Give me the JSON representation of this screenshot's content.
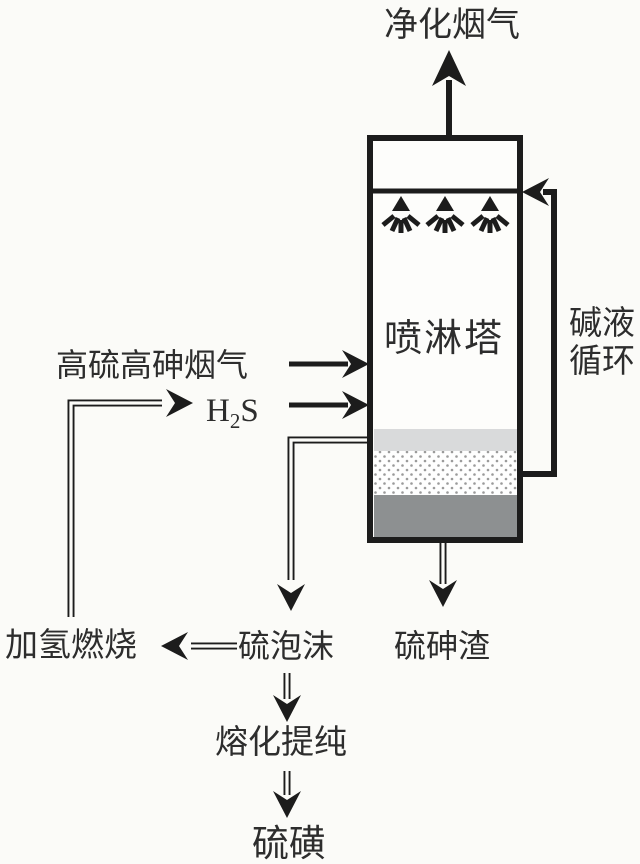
{
  "labels": {
    "purified_gas": "净化烟气",
    "spray_tower": "喷淋塔",
    "alkali_circulation_line1": "碱液",
    "alkali_circulation_line2": "循环",
    "feed_gas": "高硫高砷烟气",
    "h2s_base1": "H",
    "h2s_sub": "2",
    "h2s_base2": "S",
    "hydrogenation_combustion": "加氢燃烧",
    "sulfur_foam": "硫泡沫",
    "sulfur_arsenic_slag": "硫砷渣",
    "melting_purification": "熔化提纯",
    "sulfur_product": "硫磺"
  },
  "colors": {
    "line": "#1c1c1c",
    "text": "#2d2d2d",
    "background": "#fbfbf8",
    "tower_fill": "#fdfdfb",
    "clear_liquid_band": "#d9dadb",
    "foam_band_dot": "#9a9a9a",
    "slurry_band": "#8d9091"
  }
}
